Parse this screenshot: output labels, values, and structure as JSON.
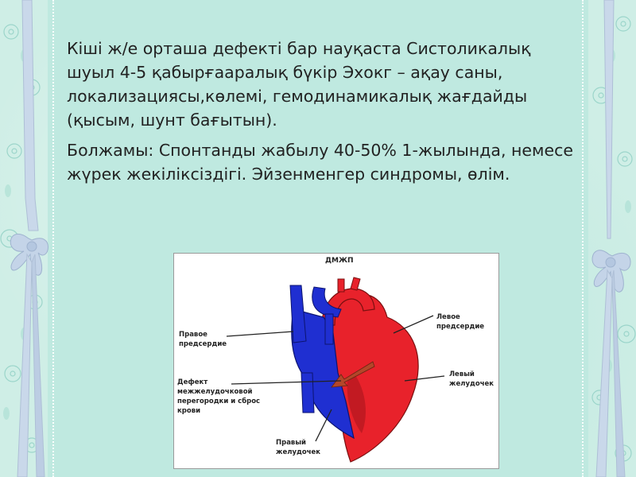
{
  "slide": {
    "paragraph_1": "Кіші ж/е орташа дефекті бар науқаста Систоликалық шуыл 4-5 қабырғааралық бүкір Эхокг – ақау саны, локализациясы,көлемі, гемодинамикалық жағдайды (қысым, шунт бағытын).",
    "paragraph_2": "Болжамы: Спонтанды жабылу 40-50% 1-жылында, немесе жүрек жекіліксіздігі. Эйзенменгер синдромы, өлім."
  },
  "figure": {
    "title": "ДМЖП",
    "labels": {
      "right_atrium": "Правое предсердие",
      "left_atrium": "Левое предсердие",
      "left_ventricle": "Левый желудочек",
      "defect": "Дефект межжелудочковой перегородки и сброс крови",
      "right_ventricle": "Правый желудочек"
    }
  },
  "colors": {
    "background": "#cfeee6",
    "panel": "#bfe9e0",
    "heart_red": "#e8222b",
    "heart_blue": "#1f2fd1",
    "arrow": "#b3472a"
  }
}
